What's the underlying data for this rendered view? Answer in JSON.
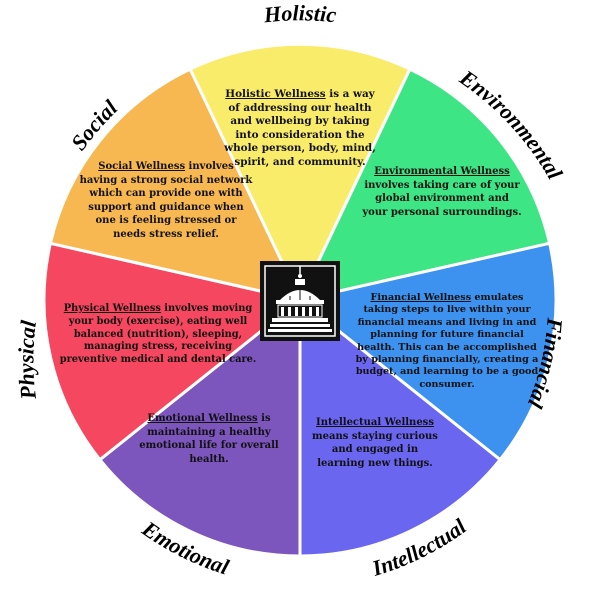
{
  "wheel": {
    "outer_labels": [
      {
        "key": "holistic",
        "text": "Holistic"
      },
      {
        "key": "environmental",
        "text": "Environmental"
      },
      {
        "key": "financial",
        "text": "Financial"
      },
      {
        "key": "intellectual",
        "text": "Intellectual"
      },
      {
        "key": "emotional",
        "text": "Emotional"
      },
      {
        "key": "physical",
        "text": "Physical"
      },
      {
        "key": "social",
        "text": "Social"
      }
    ],
    "segments": {
      "holistic": {
        "title": "Holistic Wellness",
        "body": " is a way of addressing our health and wellbeing by taking into consideration the whole person, body, mind, spirit, and community.",
        "color": "#FAEC6B"
      },
      "environmental": {
        "title": "Environmental Wellness",
        "body": " involves taking care of your global environment and your personal surroundings.",
        "color": "#3EE585"
      },
      "financial": {
        "title": "Financial Wellness",
        "body": " emulates taking steps to live within your financial means and living in and planning for future financial health. This can be accomplished by planning financially, creating a budget, and learning to be a good consumer.",
        "color": "#3C92EE"
      },
      "intellectual": {
        "title": "Intellectual Wellness",
        "body": " means staying curious and engaged in learning new things.",
        "color": "#6B66EF"
      },
      "emotional": {
        "title": "Emotional Wellness",
        "body": " is maintaining a healthy emotional life for overall health.",
        "color": "#7C55BD"
      },
      "physical": {
        "title": "Physical Wellness",
        "body": " involves moving your body (exercise), eating well balanced (nutrition), sleeping, managing stress, receiving preventive medical and dental care.",
        "color": "#F5475F"
      },
      "social": {
        "title": "Social Wellness",
        "body": " involves having a strong social network which can provide one with support and guidance when one is feeling stressed or needs stress relief.",
        "color": "#F7B851"
      }
    },
    "center_icon": "dome-building-icon"
  }
}
